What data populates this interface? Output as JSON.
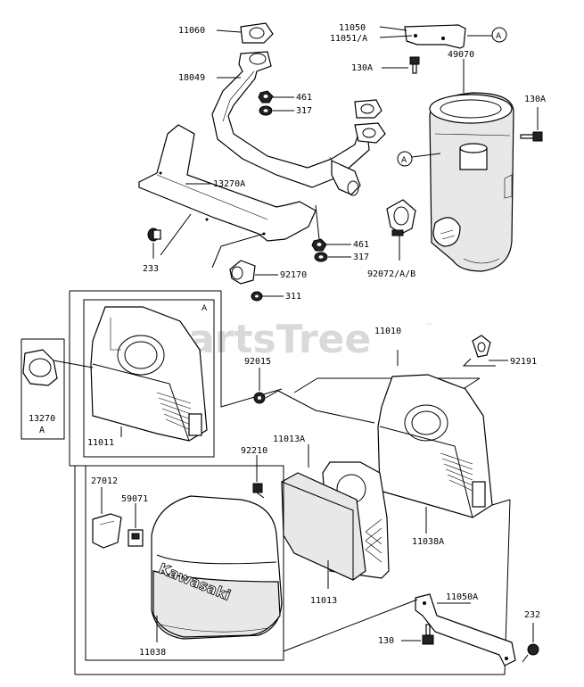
{
  "watermark": {
    "text": "PartsTree",
    "trademark": "™"
  },
  "brand_text": "Kawasaki",
  "callouts": {
    "a": "A"
  },
  "labels": {
    "p11060": "11060",
    "p11050": "11050",
    "p11051a": "11051/A",
    "p49070": "49070",
    "p130a_top": "130A",
    "p130a_right": "130A",
    "p18049": "18049",
    "p461_top": "461",
    "p317_top": "317",
    "p13270a": "13270A",
    "p461_bot": "461",
    "p317_bot": "317",
    "p233": "233",
    "p92170": "92170",
    "p92072": "92072/A/B",
    "p311": "311",
    "p11010": "11010",
    "p92015": "92015",
    "p92191": "92191",
    "p13270": "13270",
    "p13270_a": "A",
    "p11011": "11011",
    "p11013a": "11013A",
    "p92210": "92210",
    "p27012": "27012",
    "p59071": "59071",
    "p11038a": "11038A",
    "p11013": "11013",
    "p11050a": "11050A",
    "p232": "232",
    "p130": "130",
    "p11038": "11038"
  }
}
